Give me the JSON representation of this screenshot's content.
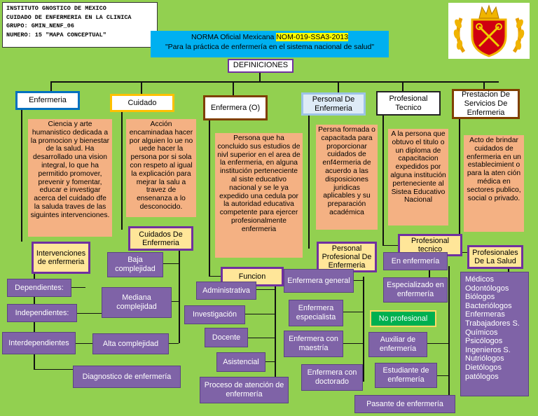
{
  "header": {
    "line1": "INSTITUTO GNOSTICO DE MEXICO",
    "line2": "CUIDADO DE ENFERMERIA EN LA CLINICA",
    "line3": "GRUPO: GMIN_NENF_06",
    "line4": "NUMERO: 15 \"MAPA CONCEPTUAL\""
  },
  "title": {
    "prefix": "NORMA Oficial Mexicana ",
    "code": "NOM-019-SSA3-2013",
    "subtitle": "\"Para la práctica de enfermería en el sistema nacional de salud\""
  },
  "root": "DEFINICIONES",
  "colors": {
    "background": "#92d050",
    "purple": "#7f63a7",
    "salmon": "#f4b183",
    "title_blue": "#00b0f0"
  },
  "categories": {
    "enfermeria": "Enfermeria",
    "cuidado": "Cuidado",
    "enfermera_o": "Enfermera (O)",
    "personal_de_enfermeria": "Personal De Enfermeria",
    "profesional_tecnico": "Profesional Tecnico",
    "prestacion": "Prestacion De Servicios De Enfermeria"
  },
  "descriptions": {
    "enfermeria": "Ciencia y arte humanistico dedicada a la promocion y bienestar de la salud. Ha desarrollado una vision integral, lo que ha  permitido promover, prevenir y fomentar, educar e investigar acerca del cuidado dfe la saluda traves de las siguintes intervenciones.",
    "cuidado": "Acción encaminadaa hacer por alguien lo ue no uede hacer la persona por si sola con respeto al igual la explicación para mejrar la salu a travez de ensenanza a lo desconocido.",
    "enfermera_o": "Persona que ha concluido sus estudios de nivl superior en el area de la enfermeria, en alguna institución perteneciente al siste educativo nacional y se le ya expedido una cedula por la autoridad educativa competente para ejercer profesionalmente enfermeria",
    "personal": "Persna formada o capacitada para proporcionar cuidados de enf4ermeria de acuerdo a las disposiciones juridicas aplicables y su preparación académica",
    "tecnico": "A la persona que obtuvo el titulo o un diploma de capacitacion expedidos por alguna institución perteneciente al Sistea Educativo Nacional",
    "prestacion": "Acto de brindar cuidados de enfermeria en un establecimient o para la aten ción médica en sectores publico, social o privado."
  },
  "intervenciones": {
    "title": "Intervenciones de enfermeria",
    "items": [
      "Dependientes:",
      "Independientes:",
      "Interdependientes",
      "Diagnostico de enfermería"
    ]
  },
  "cuidados": {
    "title": "Cuidados De Enfermeria",
    "items": [
      "Baja complejidad",
      "Mediana complejidad",
      "Alta complejidad"
    ]
  },
  "funcion": {
    "title": "Funcion",
    "items": [
      "Administrativa",
      "Investigación",
      "Docente",
      "Asistencial",
      "Proceso de atención de enfermería"
    ]
  },
  "personal_profesional": {
    "title": "Personal Profesional De Enfermeria",
    "items": [
      "Enfermera general",
      "Enfermera especialista",
      "Enfermera con maestría",
      "Enfermera con doctorado"
    ]
  },
  "profesional_tecnico": {
    "title": "Profesional tecnico",
    "items": [
      "En enfermería",
      "Especializado en enfermería"
    ]
  },
  "no_profesional": {
    "title": "No profesional",
    "items": [
      "Auxiliar de enfermería",
      "Estudiante de enfermería",
      "Pasante de enfermería"
    ]
  },
  "profesionales_salud": {
    "title": "Profesionales De La Salud",
    "items": [
      "Médicos",
      "Odontólogos",
      "Biólogos",
      "Bacteriólogos",
      "Enfermeras",
      "Trabajadores S.",
      "Químicos",
      "Psicólogos",
      "Ingenieros S.",
      "Nutriólogos",
      "Dietólogos",
      "patólogos"
    ]
  }
}
